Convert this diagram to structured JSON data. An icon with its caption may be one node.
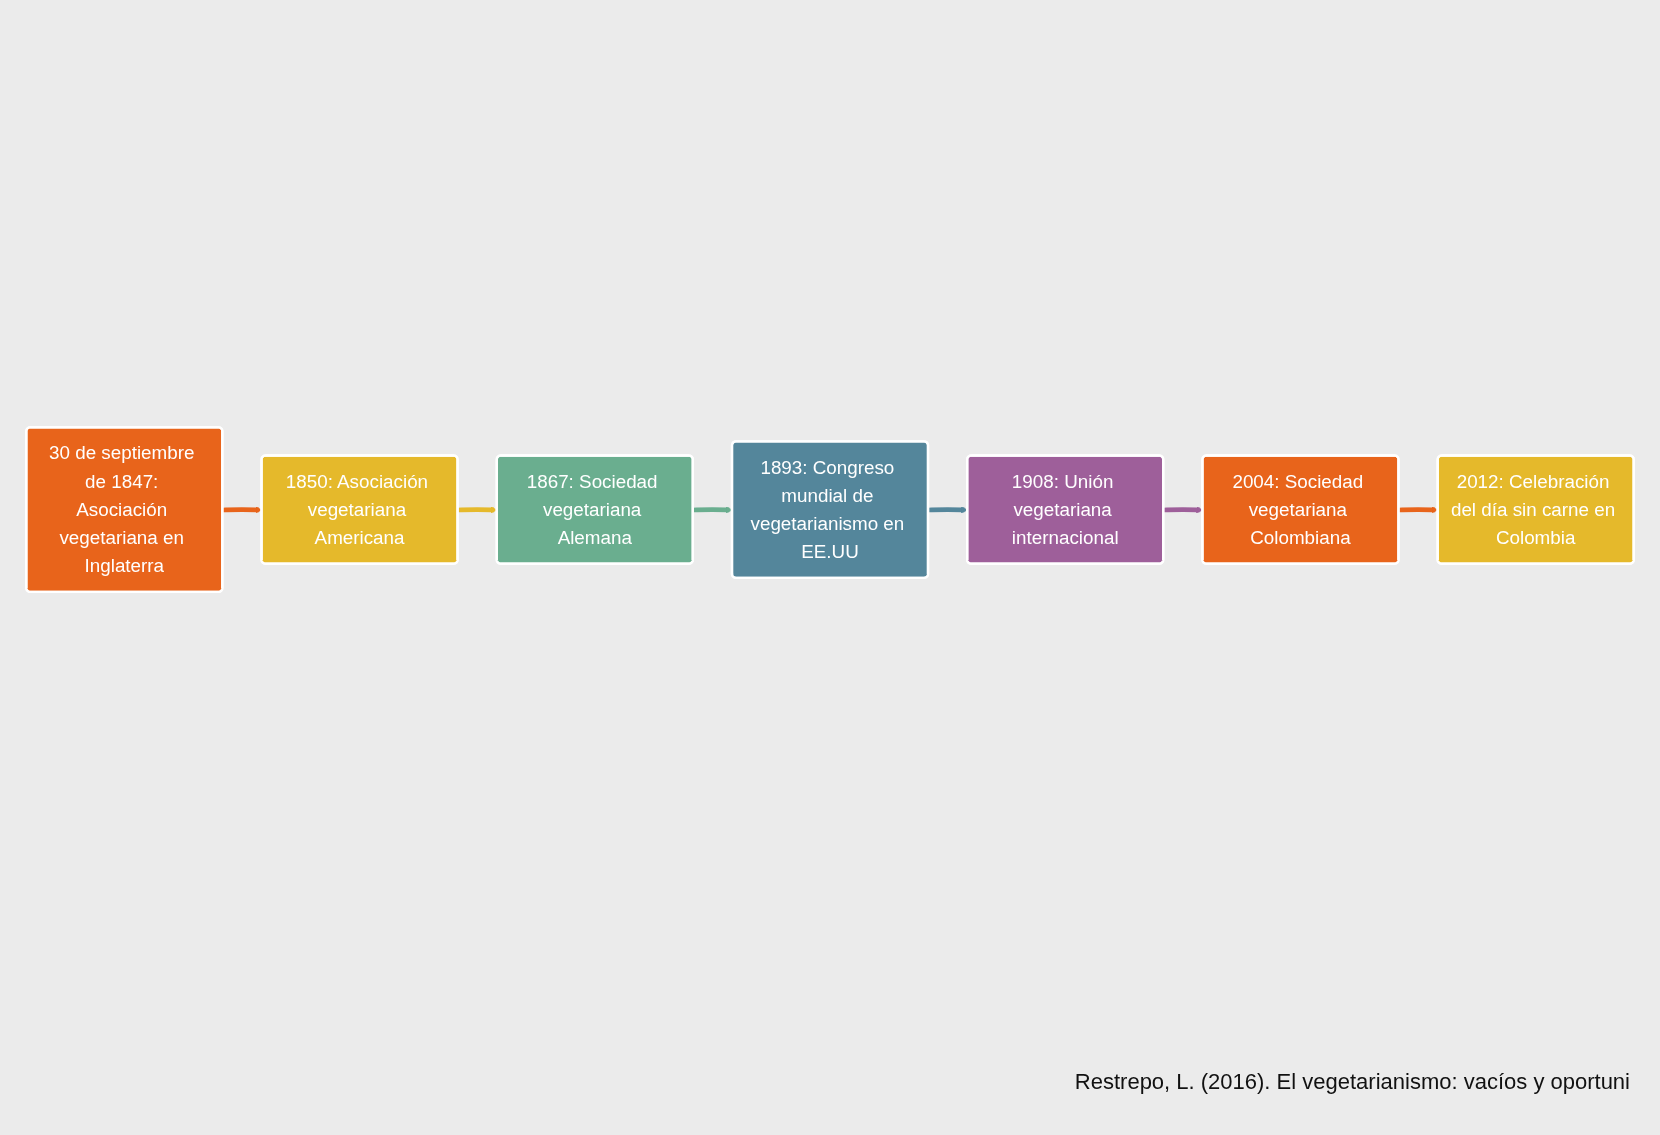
{
  "diagram": {
    "nodes": [
      {
        "text": [
          "30 de septiembre de 1847: Asociación vegetariana en Inglaterra"
        ]
      },
      {
        "text": [
          "1850: Asociación vegetariana Americana"
        ]
      },
      {
        "text": [
          "1867: Sociedad vegetariana Alemana"
        ]
      },
      {
        "text": [
          "1893: Congreso mundial de vegetarianismo en EE.UU"
        ]
      },
      {
        "text": [
          "1908: Unión vegetariana internacional"
        ]
      },
      {
        "text": [
          "2004: Sociedad vegetariana Colombiana"
        ]
      },
      {
        "text": [
          "2012: Celebración del día sin carne en Colombia"
        ]
      }
    ],
    "edges": [
      {
        "from": 0,
        "to": 1,
        "arrow": "to",
        "color": "#e8641b"
      },
      {
        "from": 1,
        "to": 2,
        "arrow": "to",
        "color": "#e5b92b"
      },
      {
        "from": 2,
        "to": 3,
        "arrow": "to",
        "color": "#6aae8f"
      },
      {
        "from": 3,
        "to": 4,
        "arrow": "to",
        "color": "#54869b"
      },
      {
        "from": 4,
        "to": 5,
        "arrow": "to",
        "color": "#9e5f9a"
      },
      {
        "from": 5,
        "to": 6,
        "arrow": "to",
        "color": "#e8641b"
      }
    ],
    "labels": [
      "Restrepo, L. (2016). El vegetarianismo: vacíos y oportuni"
    ]
  }
}
